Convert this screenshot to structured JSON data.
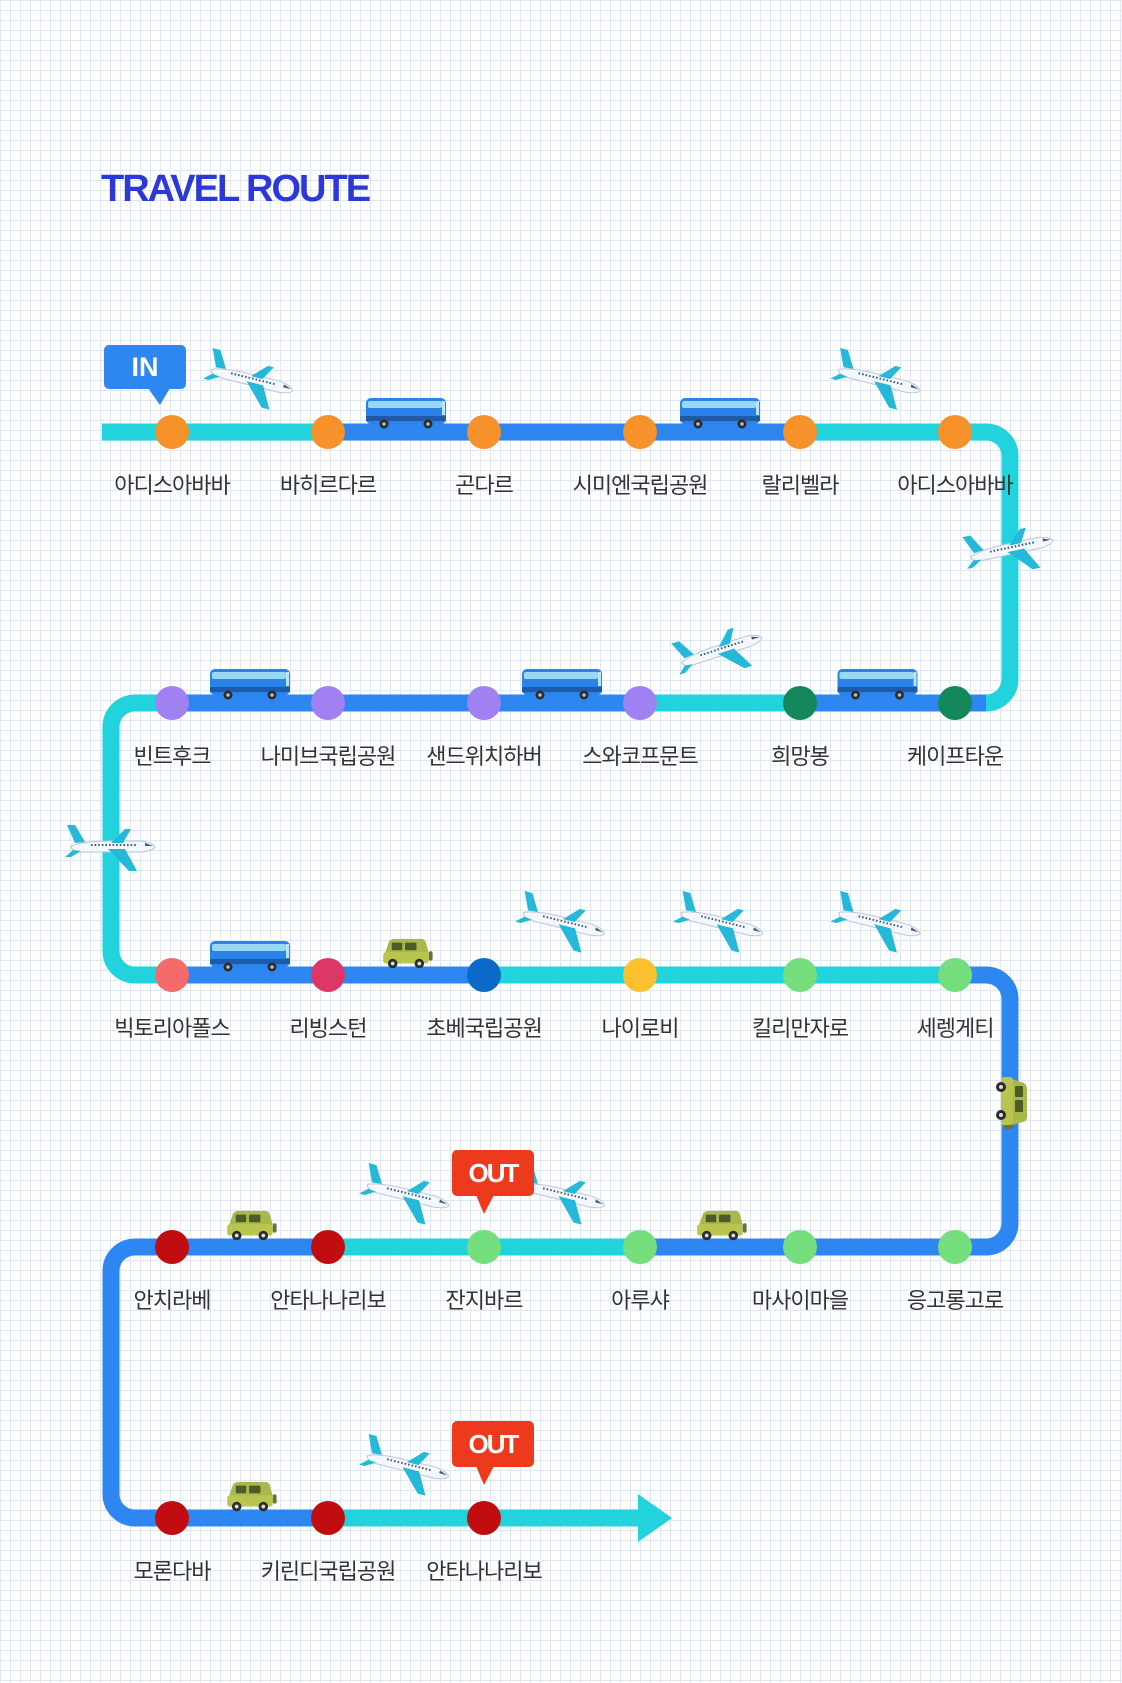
{
  "title": "TRAVEL ROUTE",
  "colors": {
    "title": "#2c39d8",
    "route_cyan": "#22d3de",
    "route_blue": "#2e87f0",
    "in_marker": "#2e87f0",
    "out_marker": "#ee3a1c"
  },
  "markers": {
    "in_label": "IN",
    "out_label": "OUT"
  },
  "rows": [
    {
      "segments": [
        "cyan",
        "cyan",
        "blue",
        "blue",
        "blue",
        "cyan",
        "cyan"
      ],
      "stops": [
        {
          "name": "아디스아바바",
          "color": "#f7922b"
        },
        {
          "name": "바히르다르",
          "color": "#f7922b"
        },
        {
          "name": "곤다르",
          "color": "#f7922b"
        },
        {
          "name": "시미엔국립공원",
          "color": "#f7922b"
        },
        {
          "name": "랄리벨라",
          "color": "#f7922b"
        },
        {
          "name": "아디스아바바",
          "color": "#f7922b"
        }
      ]
    },
    {
      "segments": [
        "cyan",
        "blue",
        "blue",
        "blue",
        "cyan",
        "blue",
        "blue"
      ],
      "stops": [
        {
          "name": "빈트후크",
          "color": "#9f81f2"
        },
        {
          "name": "나미브국립공원",
          "color": "#9f81f2"
        },
        {
          "name": "샌드위치하버",
          "color": "#9f81f2"
        },
        {
          "name": "스와코프문트",
          "color": "#9f81f2"
        },
        {
          "name": "희망봉",
          "color": "#14885a"
        },
        {
          "name": "케이프타운",
          "color": "#14885a"
        }
      ]
    },
    {
      "segments": [
        "cyan",
        "blue",
        "blue",
        "cyan",
        "cyan",
        "cyan",
        "blue"
      ],
      "stops": [
        {
          "name": "빅토리아폴스",
          "color": "#f56b6b"
        },
        {
          "name": "리빙스턴",
          "color": "#dd3768"
        },
        {
          "name": "초베국립공원",
          "color": "#0b6ac8"
        },
        {
          "name": "나이로비",
          "color": "#fbc02d"
        },
        {
          "name": "킬리만자로",
          "color": "#74df7c"
        },
        {
          "name": "세렝게티",
          "color": "#74df7c"
        }
      ]
    },
    {
      "segments": [
        "blue",
        "blue",
        "cyan",
        "cyan",
        "blue",
        "blue",
        "blue"
      ],
      "stops": [
        {
          "name": "안치라베",
          "color": "#c20d10"
        },
        {
          "name": "안타나나리보",
          "color": "#c20d10"
        },
        {
          "name": "잔지바르",
          "color": "#74df7c"
        },
        {
          "name": "아루샤",
          "color": "#74df7c"
        },
        {
          "name": "마사이마을",
          "color": "#74df7c"
        },
        {
          "name": "응고롱고로",
          "color": "#74df7c"
        }
      ]
    },
    {
      "segments": [
        "blue",
        "blue",
        "cyan",
        "cyan"
      ],
      "stops": [
        {
          "name": "모론다바",
          "color": "#c20d10"
        },
        {
          "name": "키린디국립공원",
          "color": "#c20d10"
        },
        {
          "name": "안타나나리보",
          "color": "#c20d10"
        }
      ]
    }
  ],
  "connectors": [
    "cyan",
    "cyan",
    "blue",
    "blue"
  ],
  "vehicles": [
    {
      "icon": "airplane-icon",
      "row": 0,
      "between": [
        0,
        1
      ]
    },
    {
      "icon": "bus-icon",
      "row": 0,
      "between": [
        1,
        2
      ]
    },
    {
      "icon": "bus-icon",
      "row": 0,
      "between": [
        3,
        4
      ]
    },
    {
      "icon": "airplane-icon",
      "row": 0,
      "between": [
        4,
        5
      ]
    },
    {
      "icon": "airplane-icon",
      "connector": 0
    },
    {
      "icon": "bus-icon",
      "row": 1,
      "between": [
        0,
        1
      ]
    },
    {
      "icon": "bus-icon",
      "row": 1,
      "between": [
        2,
        3
      ]
    },
    {
      "icon": "airplane-icon",
      "row": 1,
      "between": [
        3,
        4
      ]
    },
    {
      "icon": "bus-icon",
      "row": 1,
      "between": [
        4,
        5
      ]
    },
    {
      "icon": "airplane-icon",
      "connector": 1
    },
    {
      "icon": "bus-icon",
      "row": 2,
      "between": [
        0,
        1
      ]
    },
    {
      "icon": "car-icon",
      "row": 2,
      "between": [
        1,
        2
      ]
    },
    {
      "icon": "airplane-icon",
      "row": 2,
      "between": [
        2,
        3
      ]
    },
    {
      "icon": "airplane-icon",
      "row": 2,
      "between": [
        3,
        4
      ]
    },
    {
      "icon": "airplane-icon",
      "row": 2,
      "between": [
        4,
        5
      ]
    },
    {
      "icon": "car-icon",
      "connector": 2
    },
    {
      "icon": "car-icon",
      "row": 3,
      "between": [
        0,
        1
      ]
    },
    {
      "icon": "airplane-icon",
      "row": 3,
      "between": [
        1,
        2
      ]
    },
    {
      "icon": "airplane-icon",
      "row": 3,
      "between": [
        2,
        3
      ]
    },
    {
      "icon": "car-icon",
      "row": 3,
      "between": [
        3,
        4
      ]
    },
    {
      "icon": "car-icon",
      "row": 4,
      "between": [
        0,
        1
      ]
    },
    {
      "icon": "airplane-icon",
      "row": 4,
      "between": [
        1,
        2
      ]
    }
  ],
  "out_markers": [
    {
      "row": 3,
      "stop": 2
    },
    {
      "row": 4,
      "stop": 2
    }
  ]
}
